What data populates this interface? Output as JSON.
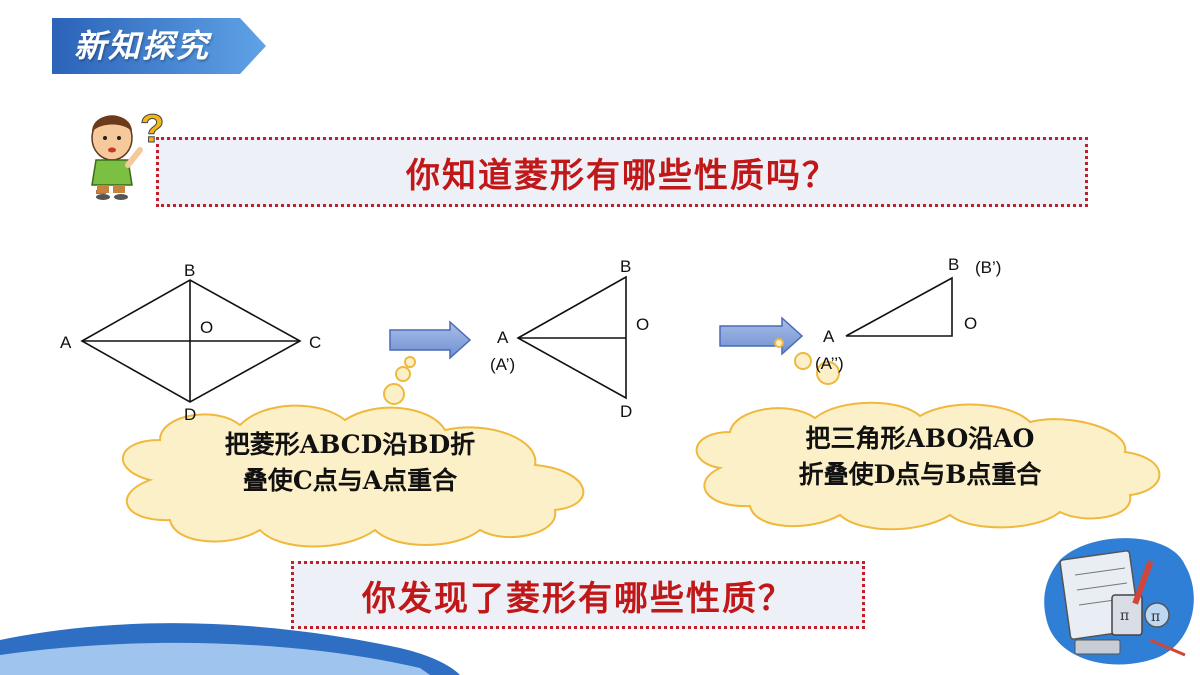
{
  "header": {
    "title": "新知探究"
  },
  "question_top": "你知道菱形有哪些性质吗？",
  "question_bottom": "你发现了菱形有哪些性质？",
  "diagram1": {
    "A": "A",
    "B": "B",
    "C": "C",
    "D": "D",
    "O": "O"
  },
  "diagram2": {
    "A": "A",
    "A_prime": "(A’)",
    "B": "B",
    "D": "D",
    "O": "O"
  },
  "diagram3": {
    "A": "A",
    "A_double_prime": "(A’’)",
    "B": "B",
    "B_prime": "(B’)",
    "O": "O"
  },
  "cloud_left": {
    "line1": "把菱形ABCD沿BD折",
    "line2": "叠使C点与A点重合"
  },
  "cloud_right": {
    "line1": "把三角形ABO沿AO",
    "line2": "折叠使D点与B点重合"
  },
  "colors": {
    "accent_red": "#c01818",
    "banner_blue": "#2e6fc4",
    "arrow_blue": "#7f9fd8",
    "cloud_fill": "#fcf0c8"
  }
}
